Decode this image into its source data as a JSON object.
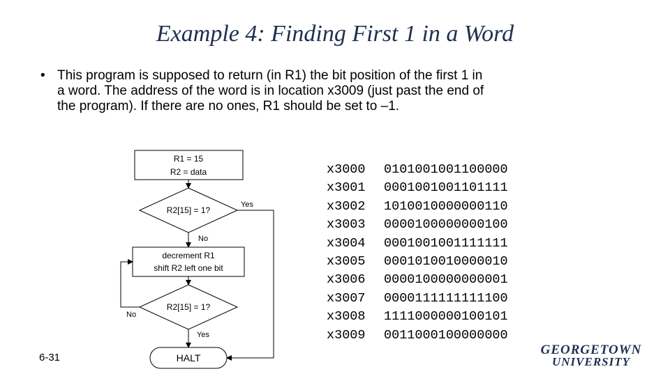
{
  "slide": {
    "title": "Example 4: Finding First 1 in a Word",
    "bullet": "This program is supposed to return (in R1) the bit position of the first 1 in a word.  The address of the word is in location x3009 (just past the end of the program).  If there are no ones, R1 should be set to –1.",
    "bullet_marker": "•",
    "slide_number": "6-31",
    "logo_line1": "GEORGETOWN",
    "logo_line2": "UNIVERSITY",
    "title_color": "#1f2f50"
  },
  "flowchart": {
    "init_line1": "R1 = 15",
    "init_line2": "R2 = data",
    "decision1": "R2[15] = 1?",
    "decision1_yes": "Yes",
    "decision1_no": "No",
    "process_line1": "decrement R1",
    "process_line2": "shift R2 left one bit",
    "decision2": "R2[15] = 1?",
    "decision2_no": "No",
    "decision2_yes": "Yes",
    "terminal": "HALT"
  },
  "memory": [
    {
      "address": "x3000",
      "bits": "0101001001100000"
    },
    {
      "address": "x3001",
      "bits": "0001001001101111"
    },
    {
      "address": "x3002",
      "bits": "1010010000000110"
    },
    {
      "address": "x3003",
      "bits": "0000100000000100"
    },
    {
      "address": "x3004",
      "bits": "0001001001111111"
    },
    {
      "address": "x3005",
      "bits": "0001010010000010"
    },
    {
      "address": "x3006",
      "bits": "0000100000000001"
    },
    {
      "address": "x3007",
      "bits": "0000111111111100"
    },
    {
      "address": "x3008",
      "bits": "1111000000100101"
    },
    {
      "address": "x3009",
      "bits": "0011000100000000"
    }
  ]
}
